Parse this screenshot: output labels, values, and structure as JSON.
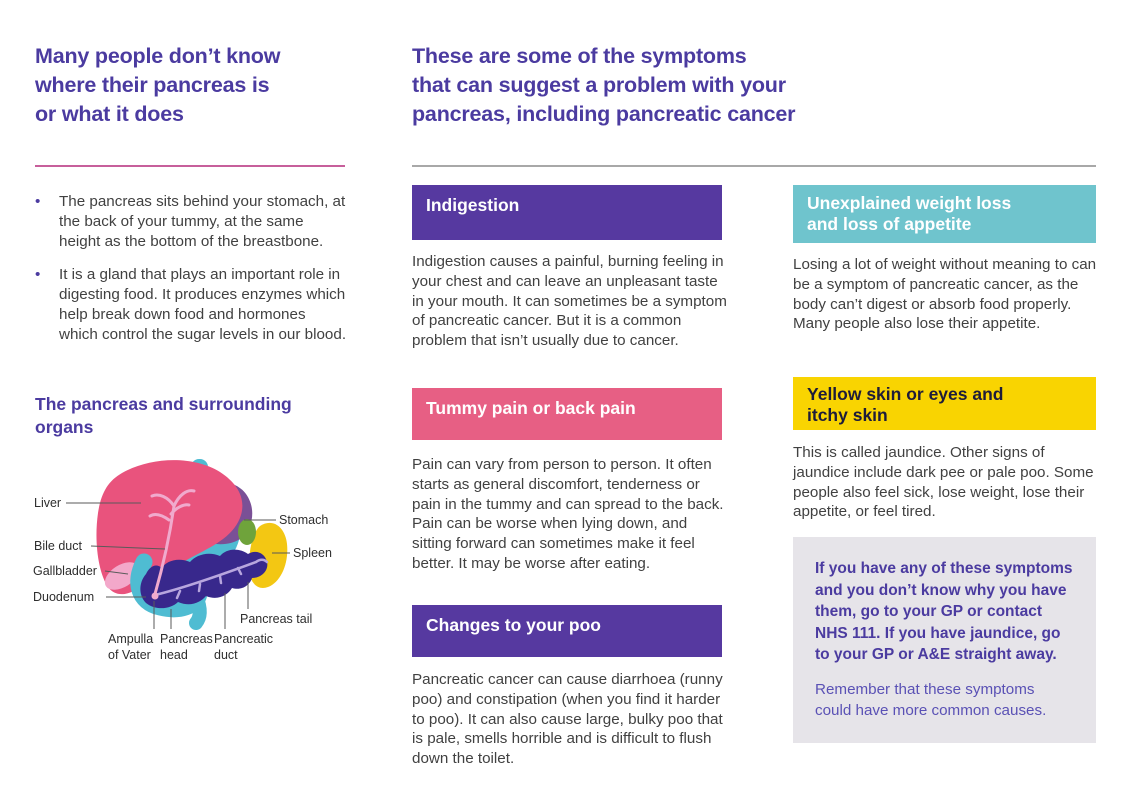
{
  "colors": {
    "brand_purple": "#4b3ba0",
    "pink_rule": "#c75f9b",
    "gray_rule": "#a8a8a8",
    "body_text": "#414141"
  },
  "left": {
    "heading_lines": [
      "Many people don’t know",
      "where their pancreas is",
      "or what it does"
    ],
    "bullet_marker": "•",
    "bullets": [
      "The pancreas sits behind your stomach, at the back of your tummy, at the same height as the bottom of the breastbone.",
      "It is a gland that plays an important role in digesting food. It produces enzymes which help break down food and hormones which control the sugar levels in our blood."
    ],
    "subheading_lines": [
      "The pancreas and surrounding",
      "organs"
    ],
    "diagram": {
      "labels": {
        "liver": "Liver",
        "stomach": "Stomach",
        "bile_duct": "Bile duct",
        "spleen": "Spleen",
        "gallbladder": "Gallbladder",
        "duodenum": "Duodenum",
        "ampulla_1": "Ampulla",
        "ampulla_2": "of Vater",
        "pancreas_head_1": "Pancreas",
        "pancreas_head_2": "head",
        "pancreatic_duct_1": "Pancreatic",
        "pancreatic_duct_2": "duct",
        "pancreas_tail": "Pancreas tail"
      },
      "colors": {
        "liver": "#e9537d",
        "stomach_fundus": "#7a5096",
        "stomach": "#4fbcd2",
        "spleen": "#f3c713",
        "green_patch": "#6fa33b",
        "gallbladder": "#f3a8ca",
        "duodenum": "#4fbcd2",
        "pancreas": "#38288c",
        "pancreatic_duct": "#b7a6de",
        "bile_duct": "#f0aacd"
      }
    }
  },
  "symptoms": {
    "heading_lines": [
      "These are some of the symptoms",
      "that can suggest a problem with your",
      "pancreas, including pancreatic cancer"
    ],
    "cards": [
      {
        "title_lines": [
          "Indigestion"
        ],
        "color": "#5639a0",
        "title_color": "#ffffff",
        "body": "Indigestion causes a painful, burning feeling in your chest and can leave an unpleasant taste in your mouth. It can sometimes be a symptom of pancreatic cancer. But it is a common problem that isn’t usually due to cancer."
      },
      {
        "title_lines": [
          "Tummy pain or back pain"
        ],
        "color": "#e75f84",
        "title_color": "#ffffff",
        "body": "Pain can vary from person to person. It often starts as general discomfort, tenderness or pain in the tummy and can spread to the back. Pain can be worse when lying down, and sitting forward can sometimes make it feel better. It may be worse after eating."
      },
      {
        "title_lines": [
          "Changes to your poo"
        ],
        "color": "#5639a0",
        "title_color": "#ffffff",
        "body": "Pancreatic cancer can cause diarrhoea (runny poo) and constipation (when you find it harder to poo). It can also cause large, bulky poo that is pale, smells horrible and is difficult to flush down the toilet."
      },
      {
        "title_lines": [
          "Unexplained weight loss",
          "and loss of appetite"
        ],
        "color": "#6fc4cd",
        "title_color": "#ffffff",
        "body": "Losing a lot of weight without meaning to can be a symptom of pancreatic cancer, as the body can’t digest or absorb food properly. Many people also lose their appetite."
      },
      {
        "title_lines": [
          "Yellow skin or eyes and",
          "itchy skin"
        ],
        "color": "#f9d401",
        "title_color": "#1e1c3a",
        "body": "This is called jaundice. Other signs of jaundice include dark pee or pale poo. Some people also feel sick, lose weight, lose their appetite, or feel tired."
      }
    ],
    "advice": {
      "bold": "If you have any of these symptoms and you don’t know why you have them, go to your GP or contact NHS 111. If you have jaundice, go to your GP or A&E straight away.",
      "note": "Remember that these symptoms could have more common causes."
    }
  }
}
